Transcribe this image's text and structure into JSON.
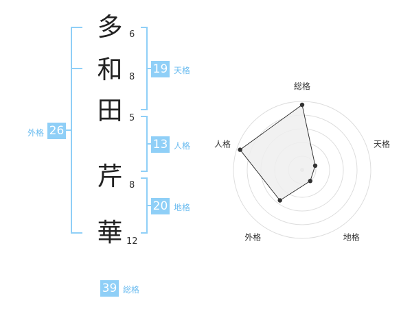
{
  "name": {
    "characters": [
      {
        "char": "多",
        "strokes": "6"
      },
      {
        "char": "和",
        "strokes": "8"
      },
      {
        "char": "田",
        "strokes": "5"
      },
      {
        "char": "芹",
        "strokes": "8"
      },
      {
        "char": "華",
        "strokes": "12"
      }
    ]
  },
  "kakusu": {
    "tenkaku": {
      "value": "19",
      "label": "天格"
    },
    "jinkaku": {
      "value": "13",
      "label": "人格"
    },
    "chikaku": {
      "value": "20",
      "label": "地格"
    },
    "gaikaku": {
      "value": "26",
      "label": "外格"
    },
    "soukaku": {
      "value": "39",
      "label": "総格"
    }
  },
  "colors": {
    "accent": "#8fcff7",
    "accent_text": "#6bbcf0",
    "bracket": "#8fcff7",
    "grid": "#dddddd",
    "polygon_fill": "#eeeeee",
    "polygon_stroke": "#333333"
  },
  "chart_data": {
    "type": "radar",
    "axes": [
      "総格",
      "天格",
      "地格",
      "外格",
      "人格"
    ],
    "values": [
      0.95,
      0.2,
      0.2,
      0.55,
      0.95
    ],
    "rlim": [
      0,
      1
    ],
    "rings": 5,
    "grid": true
  }
}
